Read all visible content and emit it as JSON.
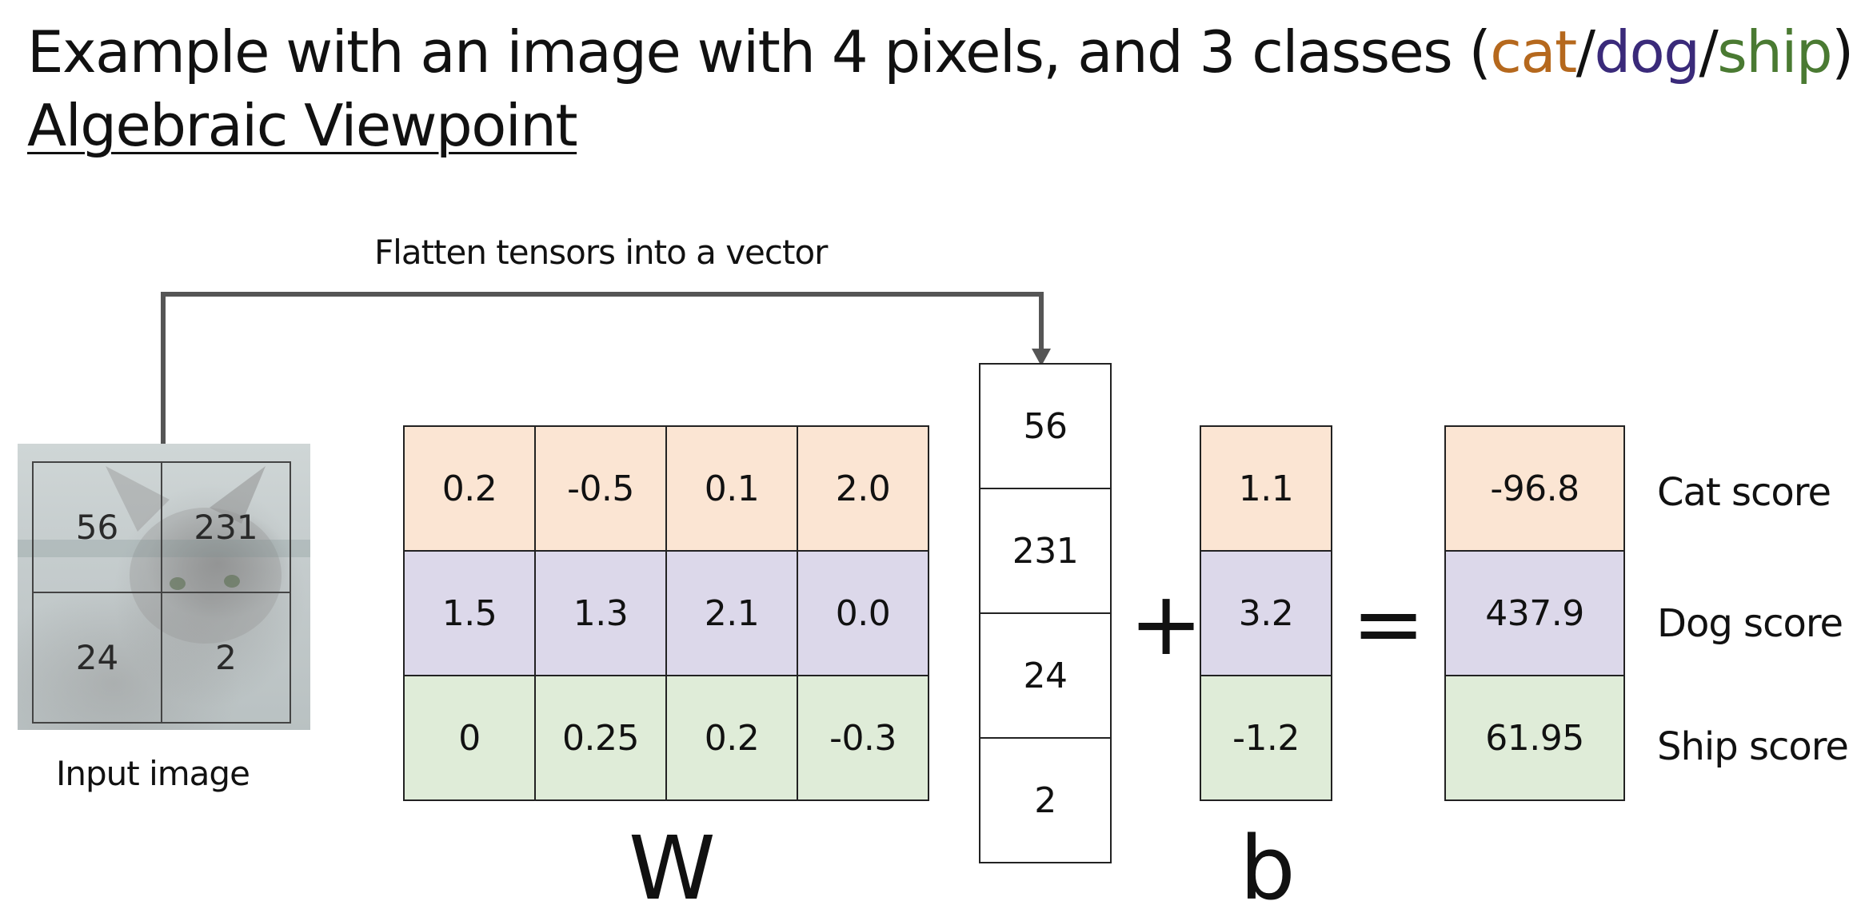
{
  "title": {
    "prefix": "Example with an image with 4 pixels, and 3 classes (",
    "cat": "cat",
    "slash1": "/",
    "dog": "dog",
    "slash2": "/",
    "ship": "ship",
    "suffix": ")"
  },
  "subtitle": "Algebraic Viewpoint",
  "colors": {
    "cat": "#b5681d",
    "dog": "#3a2a7a",
    "ship": "#4a7a32",
    "cat_fill": "#fbe5d3",
    "dog_fill": "#dcd8ea",
    "ship_fill": "#dfecd8"
  },
  "flatten_label": "Flatten tensors into a vector",
  "input_image": {
    "label": "Input image",
    "pixels": [
      "56",
      "231",
      "24",
      "2"
    ]
  },
  "W": {
    "label": "W",
    "rows": [
      [
        "0.2",
        "-0.5",
        "0.1",
        "2.0"
      ],
      [
        "1.5",
        "1.3",
        "2.1",
        "0.0"
      ],
      [
        "0",
        "0.25",
        "0.2",
        "-0.3"
      ]
    ]
  },
  "x": {
    "values": [
      "56",
      "231",
      "24",
      "2"
    ]
  },
  "plus": "+",
  "b": {
    "label": "b",
    "values": [
      "1.1",
      "3.2",
      "-1.2"
    ]
  },
  "equals": "=",
  "scores": {
    "values": [
      "-96.8",
      "437.9",
      "61.95"
    ],
    "labels": [
      "Cat score",
      "Dog score",
      "Ship score"
    ]
  }
}
